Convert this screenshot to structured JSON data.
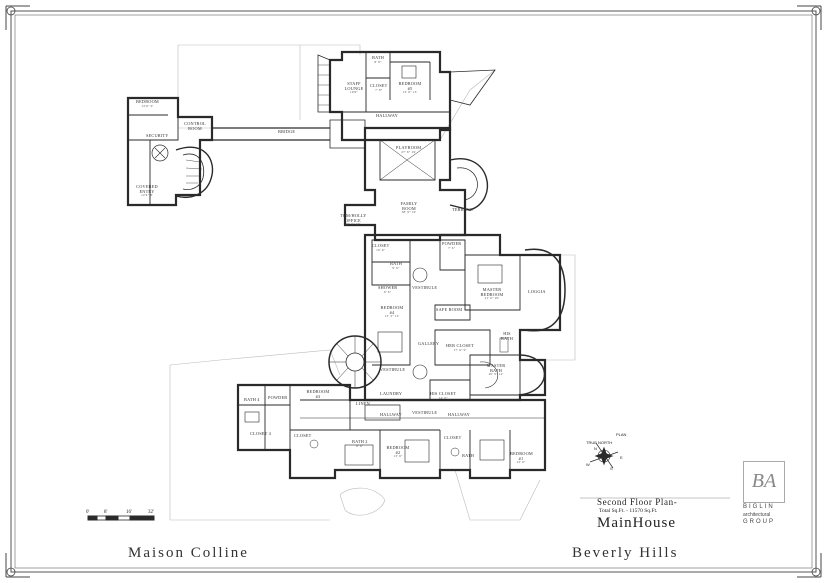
{
  "rooms": {
    "bedroom_top_left": "BEDROOM",
    "bedroom_top_left_dim": "12'6\" 9'",
    "security": "SECURITY",
    "control_room": "CONTROL ROOM",
    "covered_entry": "COVERED ENTRY",
    "covered_entry_dim": "12'4\" 8'",
    "bridge": "BRIDGE",
    "bath_top": "BATH",
    "bath_top_dim": "8' 8\"",
    "staff_lounge": "STAFF LOUNGE",
    "staff_lounge_dim": "10'6\"",
    "closet_top": "CLOSET",
    "closet_top_dim": "7' 8\"",
    "bedroom5": "BEDROOM #5",
    "bedroom5_dim": "13' 6\" 13'",
    "hallway_top": "HALLWAY",
    "playroom": "PLAYROOM",
    "playroom_dim": "27' 6\" 19'",
    "family_room": "FAMILY ROOM",
    "family_room_dim": "38' 9\" 19'",
    "terrace": "TERRACE",
    "office": "TOM/HOLLY OFFICE",
    "office_dim": "19' 6\" 10'",
    "closet_mid": "CLOSET",
    "closet_mid_dim": "10' 6\"",
    "bath_mid": "BATH",
    "bath_mid_dim": "9' 6\"",
    "powder": "POWDER",
    "powder_dim": "7' 6\"",
    "master_bedroom": "MASTER BEDROOM",
    "master_bedroom_dim": "21' 6\" 20'",
    "loggia": "LOGGIA",
    "shower": "SHOWER",
    "shower_dim": "6' 6\"",
    "vestibule_1": "VESTIBULE",
    "bedroom4": "BEDROOM #4",
    "bedroom4_dim": "15' 3\" 13'",
    "safe_room": "SAFE ROOM",
    "gallery": "GALLERY",
    "her_closet": "HER CLOSET",
    "her_closet_dim": "17' 6\" 9'",
    "his_bath": "HIS BATH",
    "vestibule_2": "VESTIBULE",
    "master_bath": "MASTER BATH",
    "master_bath_dim": "20' 9\" 12'",
    "powder_2": "POWDER",
    "bath4": "BATH 4",
    "closet4": "CLOSET 4",
    "bedroom3": "BEDROOM #3",
    "laundry": "LAUNDRY",
    "linen": "LINEN",
    "his_closet": "HIS CLOSET",
    "his_closet_dim": "14' 6\"",
    "hallway_left": "HALLWAY",
    "vestibule_3": "VESTIBULE",
    "hallway_right": "HALLWAY",
    "closet3": "CLOSET",
    "bath2": "BATH 2",
    "bath2_dim": "8' 6\"",
    "bedroom2": "BEDROOM #2",
    "bedroom2_dim": "13' 6\"",
    "closet2": "CLOSET",
    "bath1": "BATH",
    "bedroom1": "BEDROOM #1",
    "bedroom1_dim": "12' 6\""
  },
  "scale": {
    "s0": "0'",
    "s1": "8'",
    "s2": "16'",
    "s3": "32'"
  },
  "compass": {
    "plan": "PLAN",
    "north": "TRUE NORTH",
    "n": "N",
    "s": "S",
    "e": "E",
    "w": "W"
  },
  "title_block": {
    "plan_title": "Second Floor Plan-",
    "total_sqft": "Total Sq.Ft. - 11570 Sq.Ft.",
    "house_name": "MainHouse"
  },
  "footer": {
    "left": "Maison Colline",
    "right": "Beverly Hills"
  },
  "logo": {
    "mark": "BA",
    "line1": "BIGLIN",
    "line2": "architectural",
    "line3": "GROUP"
  },
  "colors": {
    "line": "#2a2a2a",
    "wall": "#555555",
    "paper": "#ffffff",
    "faint": "#bbbbbb"
  }
}
